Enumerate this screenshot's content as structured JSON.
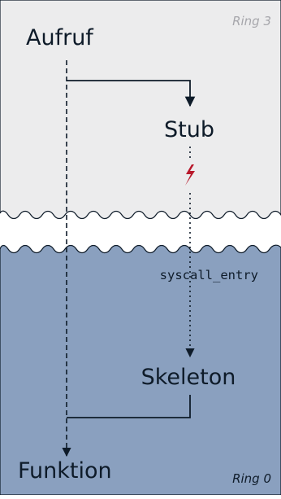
{
  "diagram": {
    "ring_user_label": "Ring 3",
    "ring_kernel_label": "Ring 0",
    "nodes": {
      "call": "Aufruf",
      "stub": "Stub",
      "entry": "syscall_entry",
      "skeleton": "Skeleton",
      "function": "Funktion"
    },
    "colors": {
      "user_region": "#ececed",
      "kernel_region": "#8aa0bf",
      "line": "#0e1b29",
      "trap": "#b8182b"
    }
  }
}
